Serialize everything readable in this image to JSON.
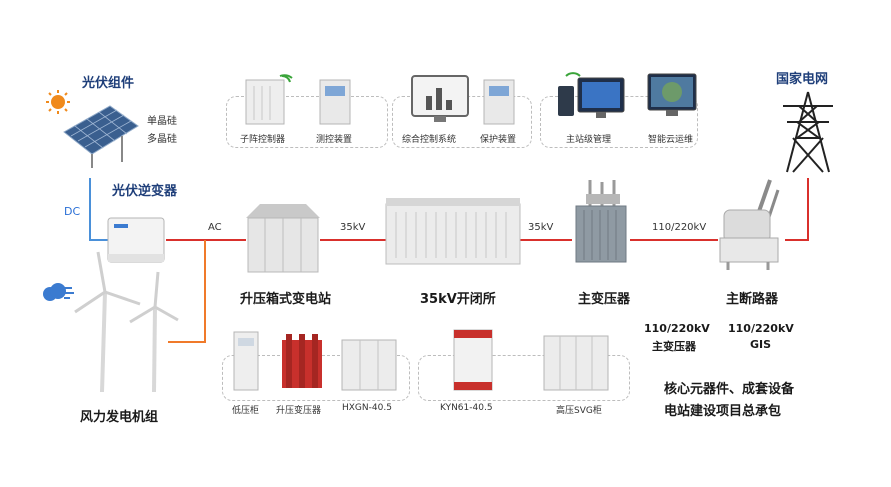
{
  "pv": {
    "title": "光伏组件",
    "mono": "单晶硅",
    "poly": "多晶硅"
  },
  "inverter": {
    "title": "光伏逆变器",
    "dc": "DC",
    "ac": "AC"
  },
  "wind": {
    "title": "风力发电机组"
  },
  "box_sub": {
    "title": "升压箱式变电站"
  },
  "switch_station": {
    "title": "35kV开闭所"
  },
  "main_trans": {
    "title": "主变压器"
  },
  "main_breaker": {
    "title": "主断路器"
  },
  "grid": {
    "title": "国家电网"
  },
  "line_labels": {
    "kv35_a": "35kV",
    "kv35_b": "35kV",
    "kv110": "110/220kV"
  },
  "top_devices": [
    {
      "label": "子阵控制器"
    },
    {
      "label": "测控装置"
    },
    {
      "label": "综合控制系统"
    },
    {
      "label": "保护装置"
    },
    {
      "label": "主站级管理"
    },
    {
      "label": "智能云运维"
    }
  ],
  "bottom_devices": [
    {
      "label": "低压柜"
    },
    {
      "label": "升压变压器"
    },
    {
      "label": "HXGN-40.5"
    },
    {
      "label": "KYN61-40.5"
    },
    {
      "label": "高压SVG柜"
    }
  ],
  "right_notes": {
    "trans_kv": "110/220kV",
    "trans_name": "主变压器",
    "gis_kv": "110/220kV",
    "gis_name": "GIS"
  },
  "slogan": {
    "line1": "核心元器件、成套设备",
    "line2": "电站建设项目总承包"
  },
  "colors": {
    "red_line": "#d9302c",
    "blue_line": "#4a90d9",
    "orange_line": "#f07a2a",
    "title_blue": "#1f3f7a"
  }
}
